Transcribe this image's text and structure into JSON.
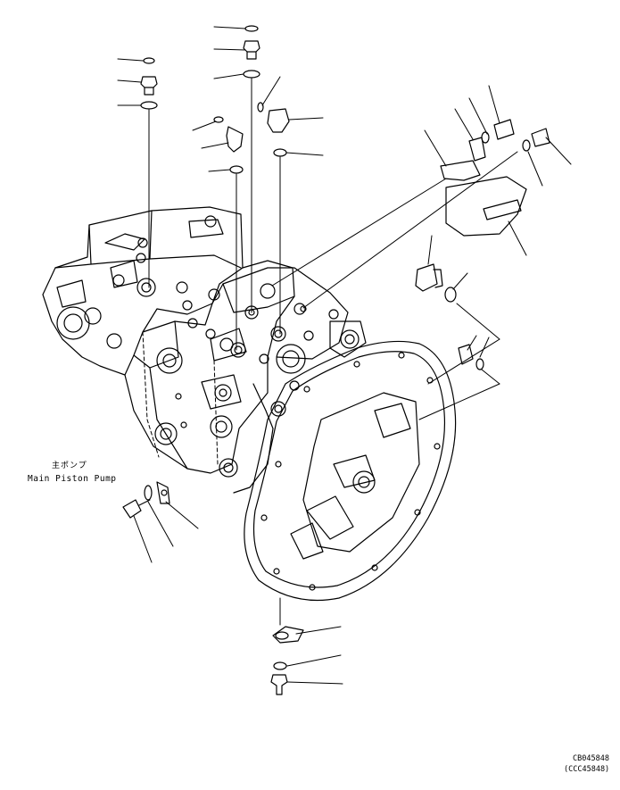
{
  "caption": {
    "japanese": "主ポンプ",
    "english": "Main Piston Pump"
  },
  "drawing_code": {
    "primary": "CB045848",
    "secondary": "(CCC45848)"
  },
  "colors": {
    "line": "#000000",
    "background": "#ffffff"
  }
}
